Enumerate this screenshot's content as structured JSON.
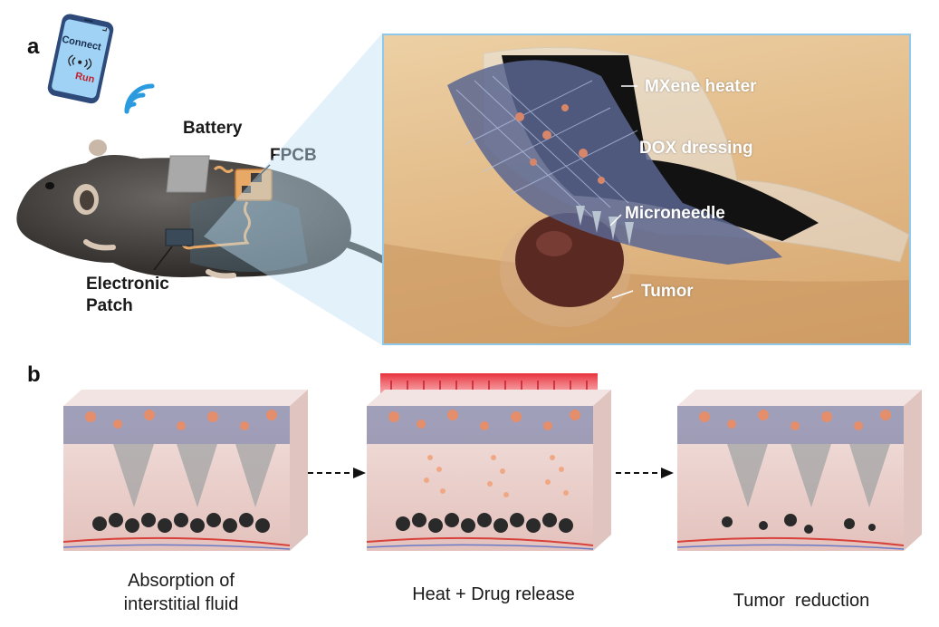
{
  "panel_a": {
    "letter": "a",
    "phone": {
      "line1": "Connect",
      "line2": "Run"
    },
    "labels": {
      "battery": "Battery",
      "fpcb": "FPCB",
      "electronic_patch": "Electronic\nPatch"
    },
    "inset": {
      "mxene_heater": "MXene heater",
      "dox_dressing": "DOX dressing",
      "microneedle": "Microneedle",
      "tumor": "Tumor"
    }
  },
  "panel_b": {
    "letter": "b",
    "stages": [
      {
        "caption": "Absorption of\ninterstitial fluid"
      },
      {
        "caption": "Heat + Drug release"
      },
      {
        "caption": "Tumor  reduction"
      }
    ]
  },
  "colors": {
    "inset_border": "#8fc8e8",
    "heat": "#e8303a",
    "phone_screen": "#9fd2f5",
    "wifi": "#2b9be0",
    "tumor": "#5a2a22"
  }
}
